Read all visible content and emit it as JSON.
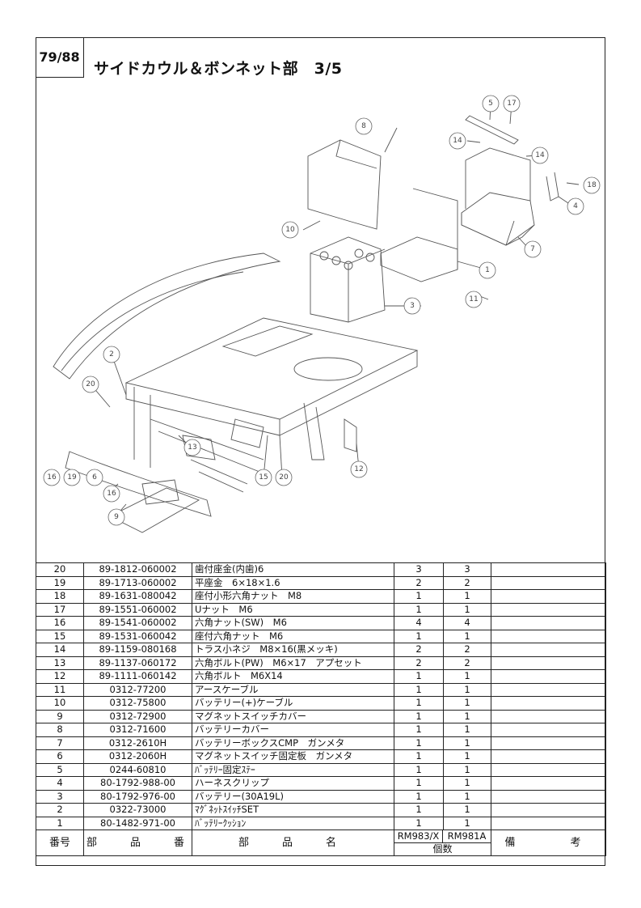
{
  "page_number": "79/88",
  "title": "サイドカウル＆ボンネット部　3/5",
  "callouts": [
    "1",
    "2",
    "3",
    "4",
    "5",
    "6",
    "7",
    "8",
    "9",
    "10",
    "11",
    "12",
    "13",
    "14",
    "14",
    "15",
    "16",
    "16",
    "17",
    "18",
    "19",
    "20",
    "20"
  ],
  "header": {
    "no_label": "番号",
    "part_no_label": "部　品　番　号",
    "name_label": "部　品　名",
    "model_a": "RM983/X",
    "model_b": "RM981A",
    "qty_label": "個数",
    "remarks_label": "備　　考"
  },
  "parts": [
    {
      "no": "20",
      "part_no": "89-1812-060002",
      "name": "歯付座金(内歯)6",
      "qty_a": "3",
      "qty_b": "3",
      "remarks": ""
    },
    {
      "no": "19",
      "part_no": "89-1713-060002",
      "name": "平座金　6×18×1.6",
      "qty_a": "2",
      "qty_b": "2",
      "remarks": ""
    },
    {
      "no": "18",
      "part_no": "89-1631-080042",
      "name": "座付小形六角ナット　M8",
      "qty_a": "1",
      "qty_b": "1",
      "remarks": ""
    },
    {
      "no": "17",
      "part_no": "89-1551-060002",
      "name": "Uナット　M6",
      "qty_a": "1",
      "qty_b": "1",
      "remarks": ""
    },
    {
      "no": "16",
      "part_no": "89-1541-060002",
      "name": "六角ナット(SW)　M6",
      "qty_a": "4",
      "qty_b": "4",
      "remarks": ""
    },
    {
      "no": "15",
      "part_no": "89-1531-060042",
      "name": "座付六角ナット　M6",
      "qty_a": "1",
      "qty_b": "1",
      "remarks": ""
    },
    {
      "no": "14",
      "part_no": "89-1159-080168",
      "name": "トラス小ネジ　M8×16(黒メッキ)",
      "qty_a": "2",
      "qty_b": "2",
      "remarks": ""
    },
    {
      "no": "13",
      "part_no": "89-1137-060172",
      "name": "六角ボルト(PW)　M6×17　アプセット",
      "qty_a": "2",
      "qty_b": "2",
      "remarks": ""
    },
    {
      "no": "12",
      "part_no": "89-1111-060142",
      "name": "六角ボルト　M6X14",
      "qty_a": "1",
      "qty_b": "1",
      "remarks": ""
    },
    {
      "no": "11",
      "part_no": "0312-77200",
      "name": "アースケーブル",
      "qty_a": "1",
      "qty_b": "1",
      "remarks": ""
    },
    {
      "no": "10",
      "part_no": "0312-75800",
      "name": "バッテリー(+)ケーブル",
      "qty_a": "1",
      "qty_b": "1",
      "remarks": ""
    },
    {
      "no": "9",
      "part_no": "0312-72900",
      "name": "マグネットスイッチカバー",
      "qty_a": "1",
      "qty_b": "1",
      "remarks": ""
    },
    {
      "no": "8",
      "part_no": "0312-71600",
      "name": "バッテリーカバー",
      "qty_a": "1",
      "qty_b": "1",
      "remarks": ""
    },
    {
      "no": "7",
      "part_no": "0312-2610H",
      "name": "バッテリーボックスCMP　ガンメタ",
      "qty_a": "1",
      "qty_b": "1",
      "remarks": ""
    },
    {
      "no": "6",
      "part_no": "0312-2060H",
      "name": "マグネットスイッチ固定板　ガンメタ",
      "qty_a": "1",
      "qty_b": "1",
      "remarks": ""
    },
    {
      "no": "5",
      "part_no": "0244-60810",
      "name": "ﾊﾞｯﾃﾘｰ固定ｽﾃｰ",
      "qty_a": "1",
      "qty_b": "1",
      "remarks": ""
    },
    {
      "no": "4",
      "part_no": "80-1792-988-00",
      "name": "ハーネスクリップ",
      "qty_a": "1",
      "qty_b": "1",
      "remarks": ""
    },
    {
      "no": "3",
      "part_no": "80-1792-976-00",
      "name": "バッテリー(30A19L)",
      "qty_a": "1",
      "qty_b": "1",
      "remarks": ""
    },
    {
      "no": "2",
      "part_no": "0322-73000",
      "name": "ﾏｸﾞﾈｯﾄｽｲｯﾁSET",
      "qty_a": "1",
      "qty_b": "1",
      "remarks": ""
    },
    {
      "no": "1",
      "part_no": "80-1482-971-00",
      "name": "ﾊﾞｯﾃﾘｰｸｯｼｮﾝ",
      "qty_a": "1",
      "qty_b": "1",
      "remarks": ""
    }
  ]
}
